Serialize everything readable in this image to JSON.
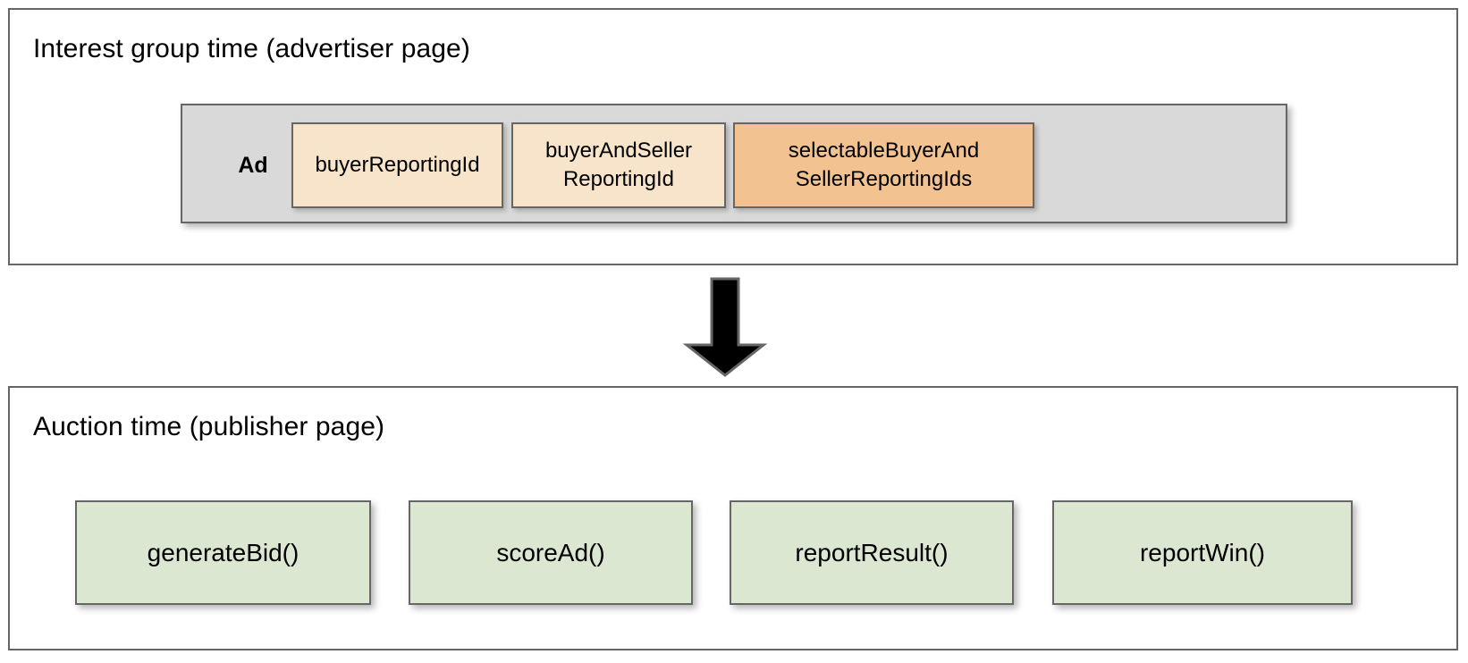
{
  "diagram": {
    "type": "flow",
    "sections": [
      {
        "id": "advertiser",
        "title": "Interest group time (advertiser page)",
        "group": {
          "label": "Ad",
          "fields": [
            {
              "label": "buyerReportingId",
              "fill": "#f8e3cb",
              "emphasis": "light"
            },
            {
              "label": "buyerAndSeller\nReportingId",
              "line1": "buyerAndSeller",
              "line2": "ReportingId",
              "fill": "#f8e3cb",
              "emphasis": "light"
            },
            {
              "label": "selectableBuyerAnd\nSellerReportingIds",
              "line1": "selectableBuyerAnd",
              "line2": "SellerReportingIds",
              "fill": "#f2c391",
              "emphasis": "dark"
            }
          ],
          "fill": "#d9d9d9"
        }
      },
      {
        "id": "auction",
        "title": "Auction time (publisher page)",
        "functions": [
          {
            "label": "generateBid()",
            "fill": "#dce7d2"
          },
          {
            "label": "scoreAd()",
            "fill": "#dce7d2"
          },
          {
            "label": "reportResult()",
            "fill": "#dce7d2"
          },
          {
            "label": "reportWin()",
            "fill": "#dce7d2"
          }
        ]
      }
    ],
    "connector": {
      "name": "down-arrow",
      "direction": "down",
      "color": "#000000",
      "outline": "#666666"
    },
    "colors": {
      "border": "#666666",
      "panel_background": "#ffffff",
      "group_background": "#d9d9d9",
      "field_light": "#f8e3cb",
      "field_dark": "#f2c391",
      "function_fill": "#dce7d2",
      "text": "#000000"
    }
  }
}
